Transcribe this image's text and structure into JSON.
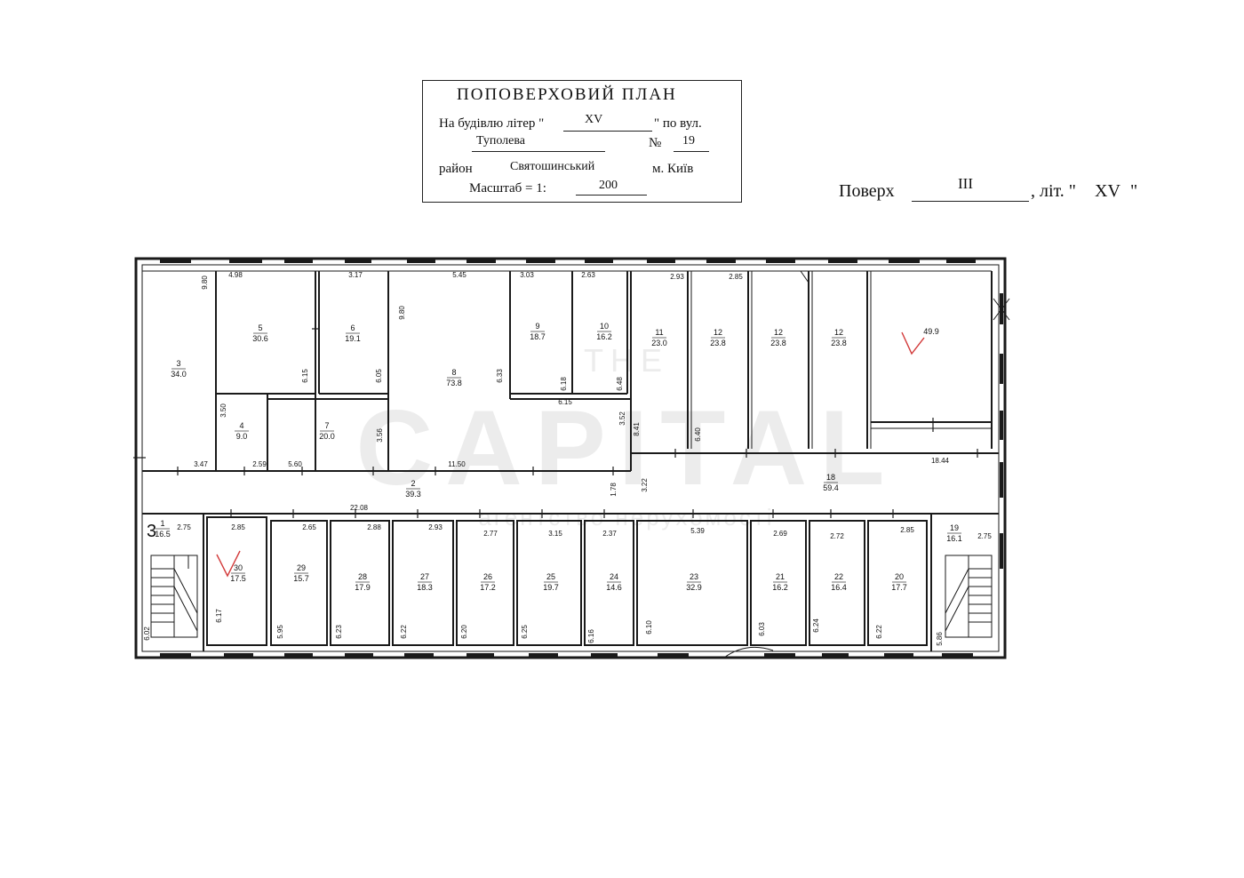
{
  "title_block": {
    "heading": "ПОПОВЕРХОВИЙ ПЛАН",
    "building_label": "На будівлю літер \"",
    "building_letter": "XV",
    "street_label": "\" по вул.",
    "street": "Туполева",
    "number_label": "№",
    "number": "19",
    "district_label": "район",
    "district": "Святошинський",
    "city": "м. Київ",
    "scale_label": "Масштаб = 1:",
    "scale": "200"
  },
  "floor": {
    "label": "Поверх",
    "value": "III",
    "letter_label": ", літ. \"",
    "letter": "XV",
    "letter_end": "\""
  },
  "watermark": {
    "small": "THE",
    "brand": "CAPITAL",
    "sub": "агентство нерухомості"
  },
  "stair_mark": "3",
  "rooms": [
    {
      "num": "3",
      "area": "34.0"
    },
    {
      "num": "5",
      "area": "30.6"
    },
    {
      "num": "6",
      "area": "19.1"
    },
    {
      "num": "8",
      "area": "73.8"
    },
    {
      "num": "9",
      "area": "18.7"
    },
    {
      "num": "10",
      "area": "16.2"
    },
    {
      "num": "11",
      "area": "23.0"
    },
    {
      "num": "12",
      "area": "23.8"
    },
    {
      "num": "12",
      "area": "23.8"
    },
    {
      "num": "12",
      "area": "23.8"
    },
    {
      "num": "",
      "area": "49.9"
    },
    {
      "num": "4",
      "area": "9.0"
    },
    {
      "num": "7",
      "area": "20.0"
    },
    {
      "num": "2",
      "area": "39.3"
    },
    {
      "num": "18",
      "area": "59.4"
    },
    {
      "num": "1",
      "area": "16.5"
    },
    {
      "num": "30",
      "area": "17.5"
    },
    {
      "num": "29",
      "area": "15.7"
    },
    {
      "num": "28",
      "area": "17.9"
    },
    {
      "num": "27",
      "area": "18.3"
    },
    {
      "num": "26",
      "area": "17.2"
    },
    {
      "num": "25",
      "area": "19.7"
    },
    {
      "num": "24",
      "area": "14.6"
    },
    {
      "num": "23",
      "area": "32.9"
    },
    {
      "num": "21",
      "area": "16.2"
    },
    {
      "num": "22",
      "area": "16.4"
    },
    {
      "num": "20",
      "area": "17.7"
    },
    {
      "num": "19",
      "area": "16.1"
    }
  ],
  "dims": [
    "4.98",
    "9.80",
    "3.17",
    "5.45",
    "3.03",
    "2.63",
    "2.93",
    "2.85",
    "9.80",
    "6.15",
    "6.05",
    "6.33",
    "6.18",
    "6.48",
    "6.15",
    "3.52",
    "8.41",
    "6.40",
    "3.50",
    "3.56",
    "3.47",
    "2.59",
    "5.60",
    "11.50",
    "18.44",
    "1.78",
    "3.22",
    "22.08",
    "2.75",
    "2.85",
    "2.65",
    "2.88",
    "2.93",
    "2.77",
    "3.15",
    "2.37",
    "5.39",
    "2.69",
    "2.72",
    "2.85",
    "2.75",
    "6.02",
    "6.17",
    "5.95",
    "6.23",
    "6.22",
    "6.20",
    "6.25",
    "6.16",
    "6.10",
    "6.03",
    "6.24",
    "6.22",
    "5.86"
  ]
}
